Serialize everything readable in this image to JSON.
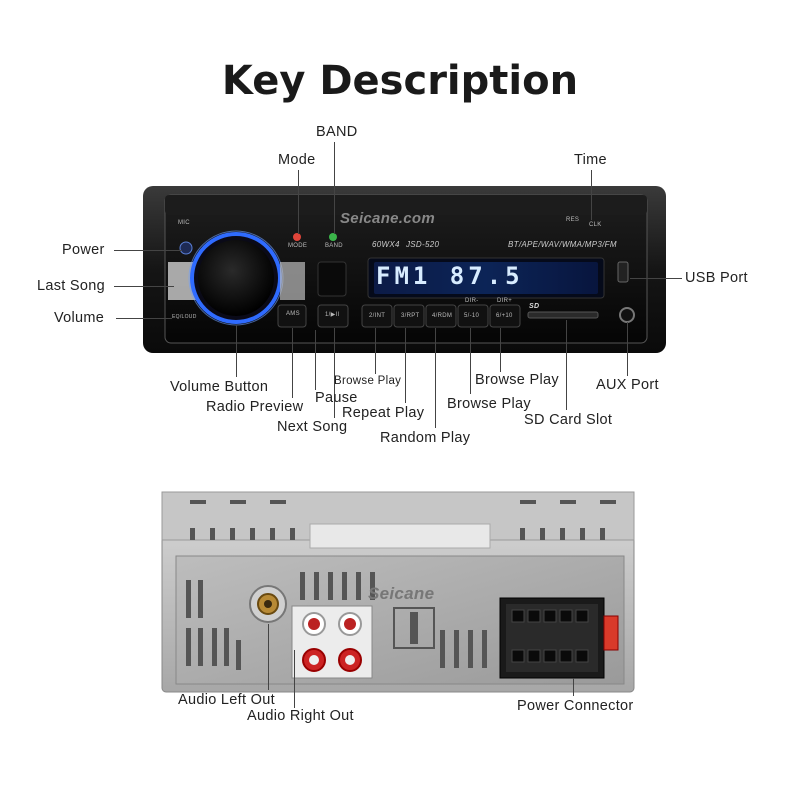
{
  "title": "Key Description",
  "front_labels": {
    "band": "BAND",
    "mode": "Mode",
    "time": "Time",
    "power": "Power",
    "last_song": "Last Song",
    "volume": "Volume",
    "usb_port": "USB Port",
    "aux_port": "AUX Port",
    "volume_button": "Volume Button",
    "radio_preview": "Radio Preview",
    "pause": "Pause",
    "next_song": "Next Song",
    "browse_play_small": "Browse Play",
    "repeat_play": "Repeat Play",
    "random_play": "Random Play",
    "browse_play_1": "Browse Play",
    "browse_play_2": "Browse Play",
    "sd_card_slot": "SD Card Slot"
  },
  "rear_labels": {
    "audio_left_out": "Audio Left Out",
    "audio_right_out": "Audio Right Out",
    "power_connector": "Power Connector"
  },
  "device_print": {
    "brand": "Seicane.com",
    "brand_rear": "Seicane",
    "display": "FM1 87.5",
    "power_rating": "60WX4",
    "model": "JSD-520",
    "formats": "BT/APE/WAV/WMA/MP3/FM",
    "mic": "MIC",
    "res": "RES",
    "clk": "CLK",
    "mode": "MODE",
    "band": "BAND",
    "ams": "AMS",
    "btn1": "1/▶II",
    "btn2": "2/INT",
    "btn3": "3/RPT",
    "btn4": "4/RDM",
    "btn5": "5/-10",
    "btn6": "6/+10",
    "dir_minus": "DIR-",
    "dir_plus": "DIR+",
    "eq": "EQ/LOUD",
    "sd": "SD"
  },
  "colors": {
    "knob_ring": "#2f6bff",
    "display_text": "#d8ecff",
    "mode_dot": "#e0453a",
    "band_dot": "#3bb54a"
  }
}
